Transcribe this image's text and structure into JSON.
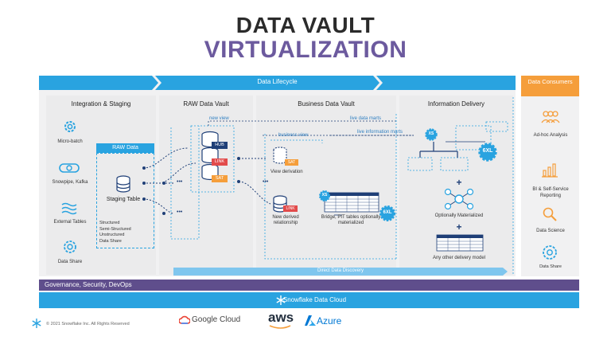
{
  "title": {
    "line1": "DATA VAULT",
    "line2": "VIRTUALIZATION"
  },
  "lifecycle": {
    "label": "Data Lifecycle"
  },
  "consumers": {
    "header": "Data Consumers",
    "items": [
      {
        "label": "Ad-hoc Analysis",
        "icon": "people-icon"
      },
      {
        "label": "BI & Self-Service Reporting",
        "icon": "bar-chart-icon"
      },
      {
        "label": "Data Science",
        "icon": "magnifier-icon"
      },
      {
        "label": "Data Share",
        "icon": "share-gear-icon"
      }
    ]
  },
  "columns": {
    "integration": "Integration & Staging",
    "raw_vault": "RAW Data Vault",
    "business_vault": "Business Data Vault",
    "info_delivery": "Information Delivery"
  },
  "integration": {
    "sources": [
      {
        "label": "Micro-batch",
        "icon": "gear-icon"
      },
      {
        "label": "Snowpipe, Kafka",
        "icon": "pipe-icon"
      },
      {
        "label": "External Tables",
        "icon": "wave-icon"
      },
      {
        "label": "Data Share",
        "icon": "share-gear-icon"
      }
    ],
    "raw_data": "RAW Data",
    "staging_table": "Staging Table",
    "data_types": [
      "Structured",
      "Semi-Structured",
      "Unstructured",
      "Data Share"
    ]
  },
  "raw_vault": {
    "hub": "HUB",
    "link": "LINK",
    "sat": "SAT",
    "ellipsis": "•••"
  },
  "business_vault": {
    "view_derivation": "View derivation",
    "new_derived_relationship": "New derived relationship",
    "bridge_pit": "Bridge, PIT tables optionally materialized",
    "sat": "SAT",
    "link": "LINK",
    "xs": "XS",
    "sixxl": "6XL"
  },
  "flows": {
    "new_view": "new view",
    "live_data_marts": "live data marts",
    "business_view": "business view",
    "live_information_marts": "live information marts"
  },
  "info_delivery": {
    "optionally_materialized": "Optionally Materialized",
    "any_other": "Any other delivery model",
    "xs": "XS",
    "sixxl": "6XL",
    "plus": "+"
  },
  "direct_discovery": "Direct Data Discovery",
  "governance": "Governance, Security, DevOps",
  "snowflake_cloud": "Snowflake Data Cloud",
  "footer": {
    "copyright": "© 2021 Snowflake Inc. All Rights Reserved",
    "google": "Google Cloud",
    "aws": "aws",
    "azure": "Azure"
  },
  "colors": {
    "blue": "#29a3e0",
    "purple": "#5f4e8c",
    "title_purple": "#6c5a9e",
    "orange": "#f59e3b",
    "link_red": "#e24b4b",
    "hub_navy": "#1f3f77"
  }
}
